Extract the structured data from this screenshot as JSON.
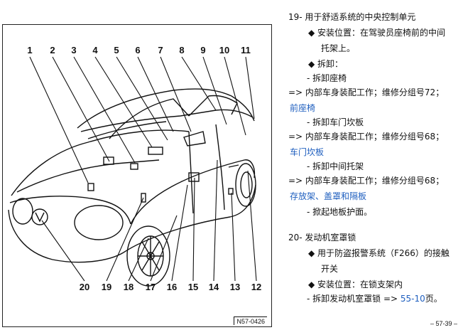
{
  "figure": {
    "callouts_top": [
      "1",
      "2",
      "3",
      "4",
      "5",
      "6",
      "7",
      "8",
      "9",
      "10",
      "11"
    ],
    "callouts_bottom": [
      "20",
      "19",
      "18",
      "17",
      "16",
      "15",
      "14",
      "13",
      "12"
    ],
    "code": "N57-0426"
  },
  "text": {
    "item19_title": "19- 用于舒适系统的中央控制单元",
    "install_a": "◆ 安装位置：在驾驶员座椅前的中间",
    "install_b": "托架上。",
    "remove": "◆ 拆卸：",
    "step1": "- 拆卸座椅",
    "ref1": "=> 内部车身装配工作；维修分组号72；",
    "link1": "前座椅",
    "step2": "- 拆卸车门坎板",
    "ref2": "=> 内部车身装配工作；维修分组号68；",
    "link2": "车门坎板",
    "step3": "- 拆卸中间托架",
    "ref3": "=> 内部车身装配工作；维修分组号68；",
    "link3": "存放架、盖罩和隔板",
    "step4": "- 掀起地板护面。",
    "item20_title": "20- 发动机室罩锁",
    "use_a": "◆ 用于防盗报警系统（F266）的接触",
    "use_b": "开关",
    "install2": "◆ 安装位置：在锁支架内",
    "remove2_pre": "- 拆卸发动机室罩锁 => ",
    "remove2_link": "55-10",
    "remove2_post": "页。",
    "page_number": "– 57-39 –"
  }
}
